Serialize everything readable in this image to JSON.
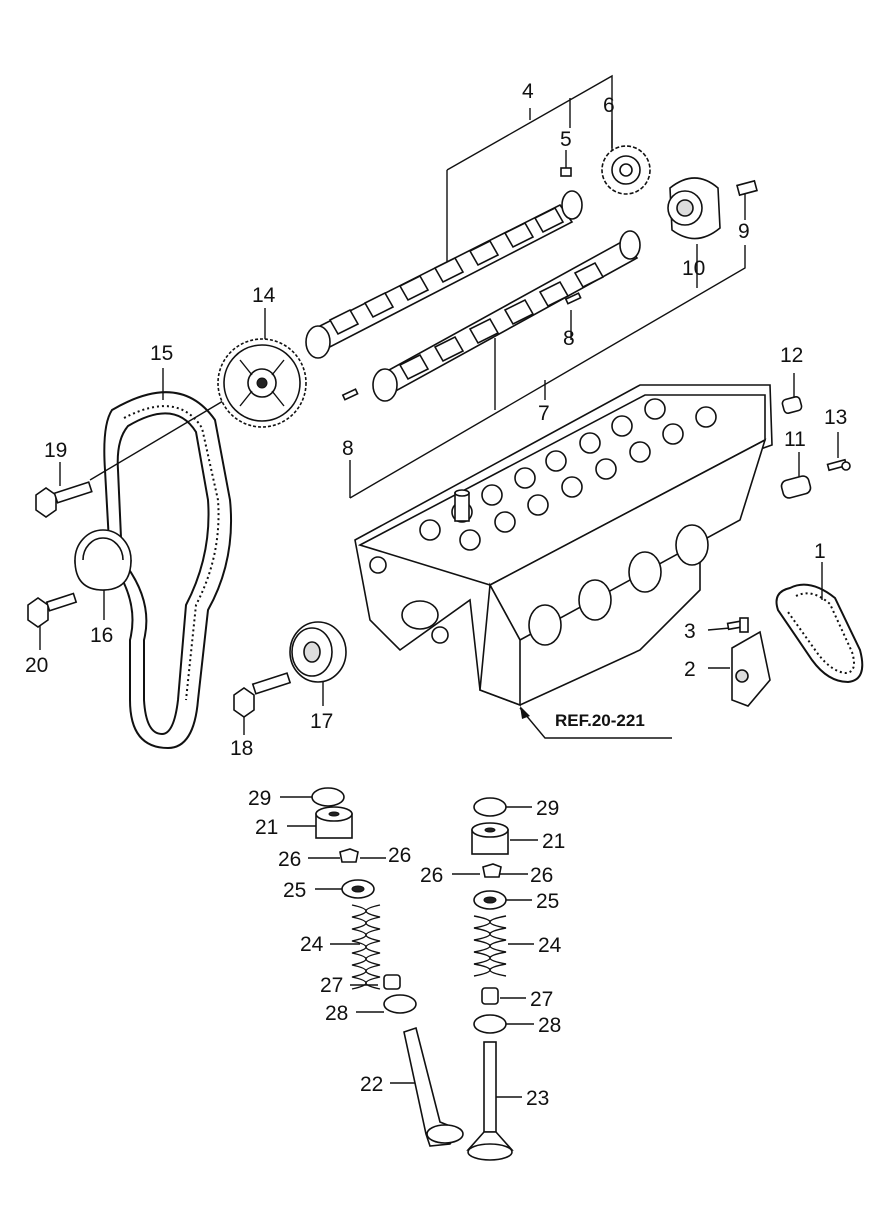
{
  "labels": {
    "p1": "1",
    "p2": "2",
    "p3": "3",
    "p4": "4",
    "p5": "5",
    "p6": "6",
    "p7": "7",
    "p8a": "8",
    "p8b": "8",
    "p9": "9",
    "p10": "10",
    "p11": "11",
    "p12": "12",
    "p13": "13",
    "p14": "14",
    "p15": "15",
    "p16": "16",
    "p17": "17",
    "p18": "18",
    "p19": "19",
    "p20": "20",
    "p21a": "21",
    "p21b": "21",
    "p22": "22",
    "p23": "23",
    "p24a": "24",
    "p24b": "24",
    "p25a": "25",
    "p25b": "25",
    "p26a": "26",
    "p26b": "26",
    "p26c": "26",
    "p26d": "26",
    "p27a": "27",
    "p27b": "27",
    "p28a": "28",
    "p28b": "28",
    "p29a": "29",
    "p29b": "29"
  },
  "reference": "REF.20-221"
}
